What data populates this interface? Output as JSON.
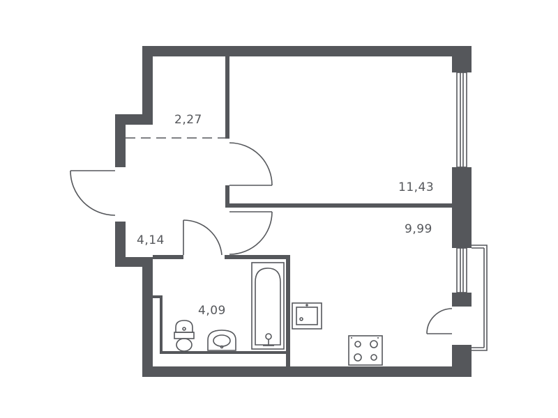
{
  "floor_plan": {
    "wall_color": "#55575b",
    "line_color": "#55575b",
    "rooms": [
      {
        "id": "storage",
        "area": "2,27"
      },
      {
        "id": "living-room",
        "area": "11,43"
      },
      {
        "id": "hallway",
        "area": "4,14"
      },
      {
        "id": "bathroom",
        "area": "4,09"
      },
      {
        "id": "kitchen",
        "area": "9,99"
      }
    ],
    "fixtures": [
      "bathtub",
      "toilet",
      "washbasin",
      "kitchen-sink",
      "cooktop"
    ]
  }
}
